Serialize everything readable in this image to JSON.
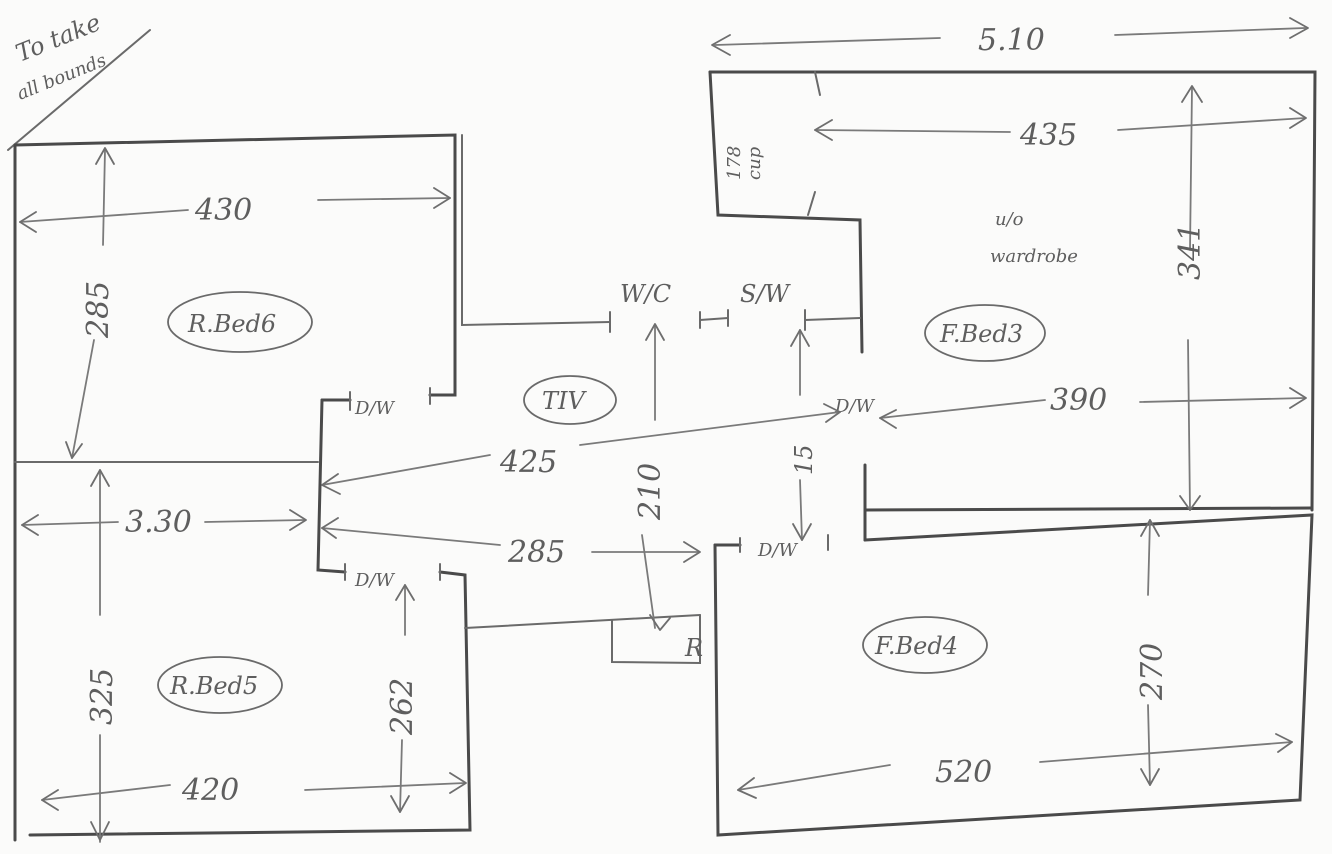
{
  "corner_note": [
    "To take",
    "all bounds"
  ],
  "rooms": {
    "rbed6": "R.Bed6",
    "rbed5": "R.Bed5",
    "fbed3": "F.Bed3",
    "fbed4": "F.Bed4",
    "hall": "TIV",
    "store": "R"
  },
  "cupboard": "cup",
  "fbed3_note": [
    "u/o",
    "wardrobe"
  ],
  "door_labels": {
    "wc": "W/C",
    "sw": "S/W",
    "dw_hall": "D/W",
    "dw_fbed3": "D/W",
    "dw_rbed5": "D/W",
    "dw_fbed4": "D/W"
  },
  "dimensions": {
    "top_overall": "5.10",
    "cup_height": "178",
    "fbed3_width": "435",
    "fbed3_height": "341",
    "fbed3_lower_width": "390",
    "rbed6_width": "430",
    "rbed6_height": "285",
    "hall_width": "425",
    "rbed5_top_width": "3.30",
    "corridor_width": "285",
    "hall_height": "210",
    "passage_height": "15",
    "rbed5_height": "325",
    "rbed5_inner_height": "262",
    "rbed5_width": "420",
    "fbed4_height": "270",
    "fbed4_width": "520"
  }
}
